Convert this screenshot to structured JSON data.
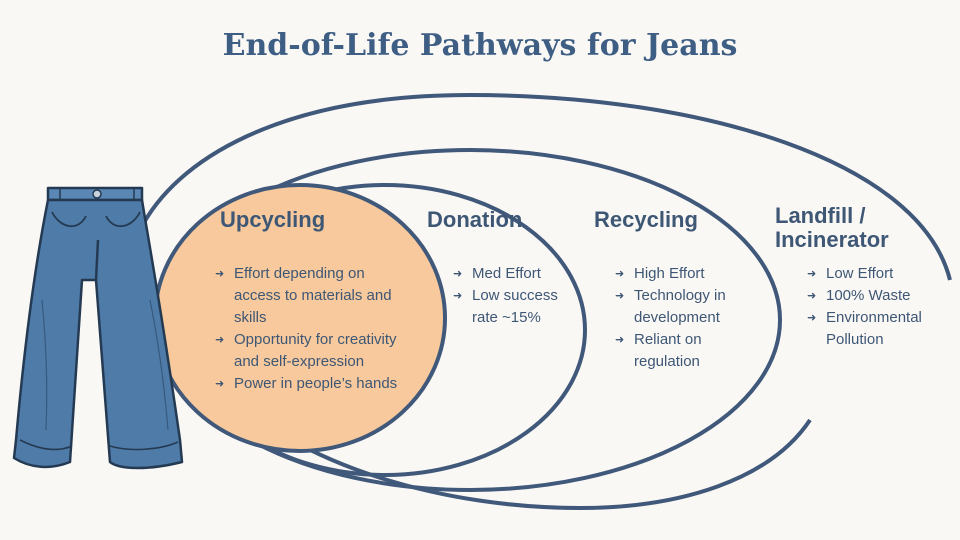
{
  "title": "End-of-Life Pathways for Jeans",
  "colors": {
    "background": "#faf8f5",
    "title": "#3e5e84",
    "ellipse_stroke": "#40587a",
    "upcycling_fill": "#f7c99c",
    "denim": "#4f7ba8",
    "text": "#3e5775"
  },
  "icons": {
    "jeans": "jeans-illustration",
    "bullet": "arrow-right-icon"
  },
  "pathways": [
    {
      "name": "Upcycling",
      "points": [
        "Effort depending on access to materials and skills",
        "Opportunity for creativity and self-expression",
        "Power in people’s hands"
      ]
    },
    {
      "name": "Donation",
      "points": [
        "Med Effort",
        "Low success rate ~15%"
      ]
    },
    {
      "name": "Recycling",
      "points": [
        "High Effort",
        "Technology in development",
        "Reliant on regulation"
      ]
    },
    {
      "name": "Landfill / Incinerator",
      "points": [
        "Low Effort",
        "100% Waste",
        "Environmental Pollution"
      ]
    }
  ]
}
